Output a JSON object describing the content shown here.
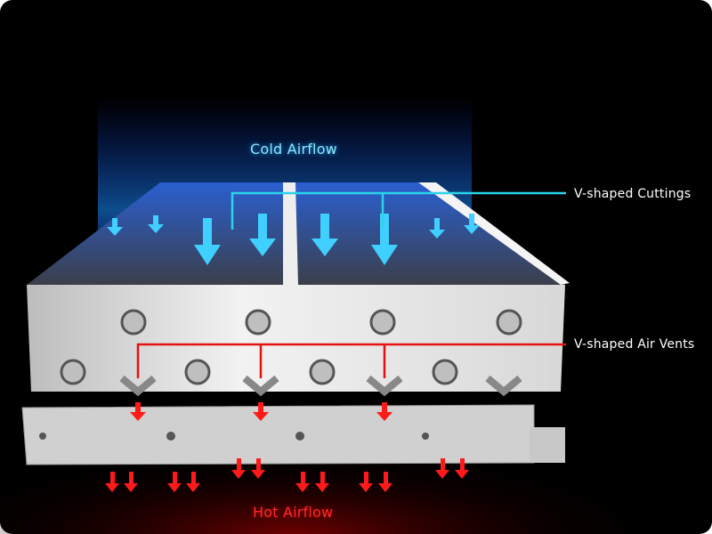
{
  "labels": {
    "cold_airflow": "Cold Airflow",
    "hot_airflow": "Hot Airflow",
    "v_shaped_cuttings": "V-shaped Cuttings",
    "v_shaped_air_vents": "V-shaped Air Vents"
  },
  "colors": {
    "background": "#000000",
    "cold": "#2ad4ea",
    "hot": "#e81010",
    "metal": "#e6e6e6"
  }
}
